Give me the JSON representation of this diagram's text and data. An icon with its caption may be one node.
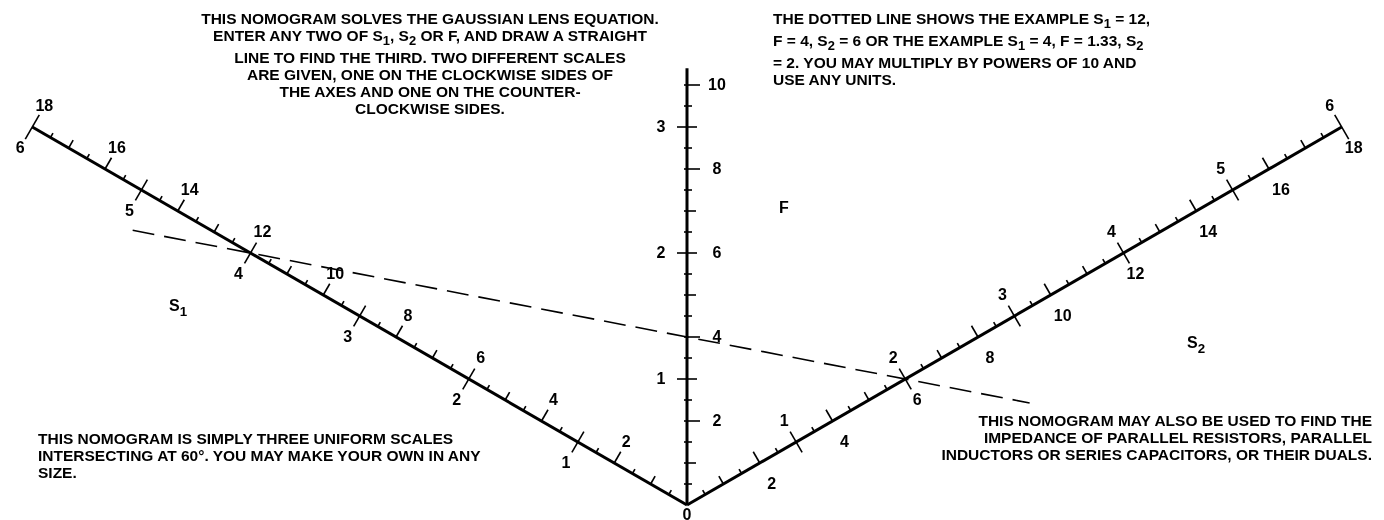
{
  "diagram": {
    "labels": [
      "THIS NOMOGRAM SOLVES THE GAUSSIAN LENS EQUATION. ENTER ANY TWO OF S$_{1}$, S$_{2}$ OR F, AND DRAW A STRAIGHT LINE TO FIND THE THIRD. TWO DIFFERENT SCALES ARE GIVEN, ONE ON THE CLOCKWISE SIDES OF THE AXES AND ONE ON THE COUNTER- CLOCKWISE SIDES.",
      "THE DOTTED LINE SHOWS THE EXAMPLE S$_{1}$ = 12, F = 4, S$_{2}$ = 6 OR THE EXAMPLE S$_{1}$ = 4, F = 1.33, S$_{2}$ = 2. YOU MAY MULTIPLY BY POWERS OF 10 AND USE ANY UNITS.",
      "10",
      "8",
      "6",
      "4",
      "2",
      "3",
      "2",
      "1",
      "0",
      "18",
      "16",
      "14",
      "12",
      "10",
      "8",
      "6",
      "4",
      "2",
      "6",
      "5",
      "4",
      "3",
      "2",
      "1",
      "6",
      "5",
      "4",
      "3",
      "2",
      "1",
      "18",
      "16",
      "14",
      "12",
      "10",
      "8",
      "6",
      "4",
      "2",
      "S$_{1}$",
      "F",
      "S$_{2}$",
      "THIS NOMOGRAM IS SIMPLY THREE UNIFORM SCALES INTERSECTING AT 60°. YOU MAY MAKE YOUR OWN IN ANY SIZE.",
      "THIS NOMOGRAM MAY ALSO BE USED TO FIND THE IMPEDANCE OF PARALLEL RESISTORS, PARALLEL INDUCTORS OR SERIES CAPACITORS, OR THEIR DUALS."
    ]
  }
}
